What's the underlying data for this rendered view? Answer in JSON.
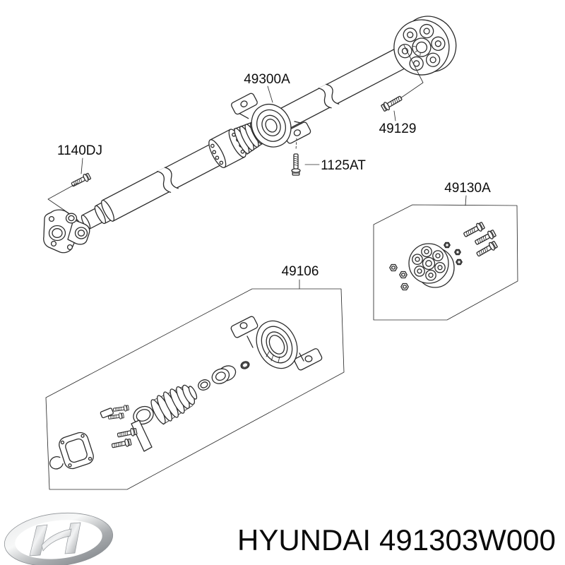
{
  "diagram": {
    "description_icon": "exploded-parts-diagram",
    "callouts": [
      {
        "label": "49300A"
      },
      {
        "label": "1140DJ"
      },
      {
        "label": "1125AT"
      },
      {
        "label": "49129"
      },
      {
        "label": "49130A"
      },
      {
        "label": "49106"
      }
    ]
  },
  "footer": {
    "logo_icon": "hyundai-logo",
    "brand": "HYUNDAI",
    "part_number": "491303W000"
  },
  "colors": {
    "line": "#2b2b2b",
    "text": "#000000",
    "background": "#ffffff",
    "logo_silver_light": "#f2f3f4",
    "logo_silver_dark": "#8f9396"
  }
}
